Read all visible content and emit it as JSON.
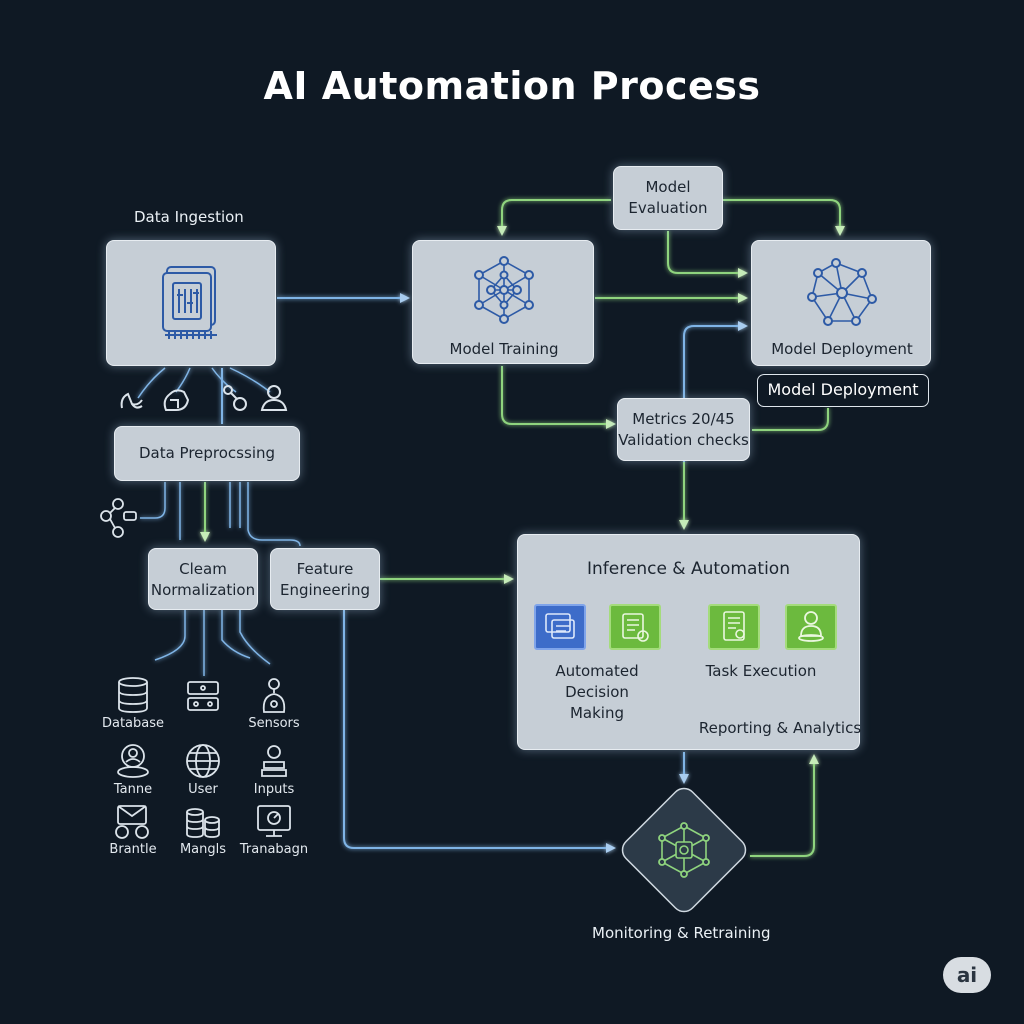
{
  "title": "AI Automation Process",
  "stages": {
    "data_ingestion": "Data Ingestion",
    "model_training": "Model Training",
    "model_evaluation": "Model\nEvaluation",
    "model_deployment": "Model Deployment",
    "model_deployment_tag": "Model Deployment",
    "metrics": "Metrics 20/45\nValidation checks",
    "data_preprocessing": "Data Preprocssing",
    "clean_normalization": "Cleam\nNormalization",
    "feature_engineering": "Feature\nEngineering",
    "inference": "Inference & Automation",
    "automated_decision": "Automated Decision\nMaking",
    "task_execution": "Task Execution",
    "reporting": "Reporting & Analytics",
    "monitoring": "Monitoring & Retraining"
  },
  "sources": [
    {
      "label": "Database",
      "icon": "database-icon"
    },
    {
      "label": "",
      "icon": "server-rack-icon"
    },
    {
      "label": "Sensors",
      "icon": "sensor-icon"
    },
    {
      "label": "Tanne",
      "icon": "user-stack-icon"
    },
    {
      "label": "User",
      "icon": "globe-icon"
    },
    {
      "label": "Inputs",
      "icon": "input-stack-icon"
    },
    {
      "label": "Brantle",
      "icon": "mail-icon"
    },
    {
      "label": "Mangls",
      "icon": "database-stack-icon"
    },
    {
      "label": "Tranabagn",
      "icon": "monitor-icon"
    }
  ],
  "badge": "ai",
  "colors": {
    "background": "#0f1924",
    "box": "#c6ced6",
    "arrow_blue": "#6aa8e0",
    "arrow_green": "#8fd47e",
    "chip_blue": "#3d6cc9",
    "chip_green": "#6cba3e"
  }
}
